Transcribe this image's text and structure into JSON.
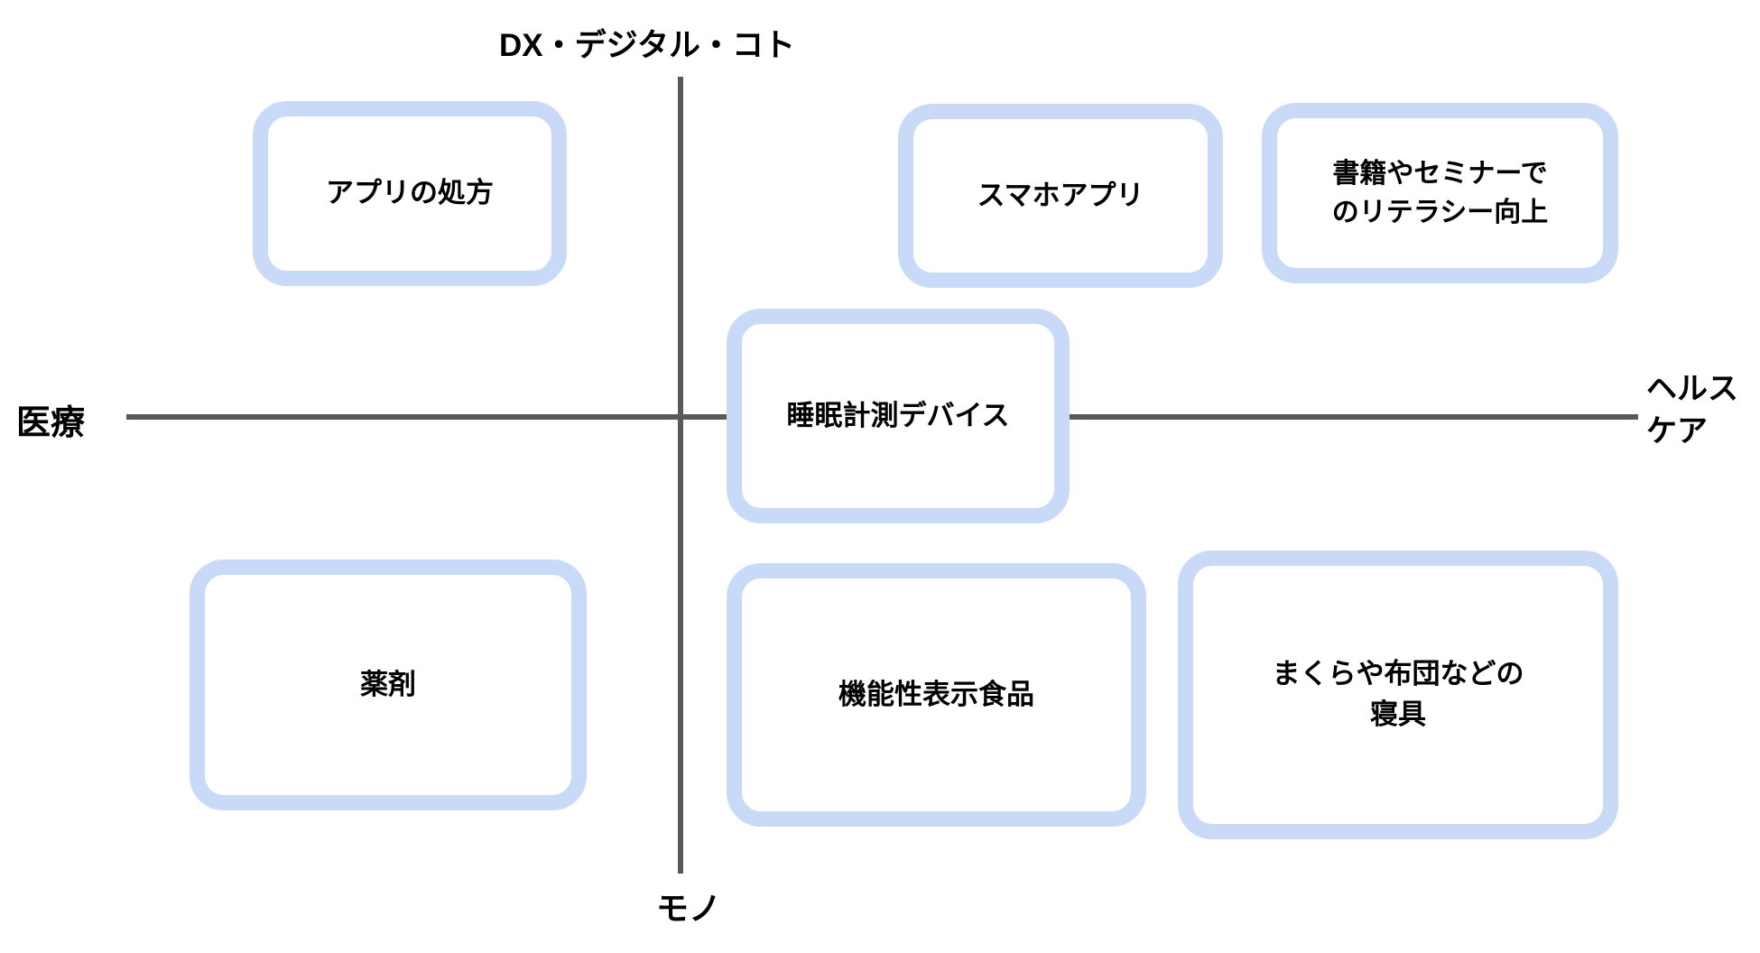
{
  "diagram": {
    "type": "quadrant-matrix",
    "axes": {
      "top_label": "DX・デジタル・コト",
      "bottom_label": "モノ",
      "left_label": "医療",
      "right_label": "ヘルス\nケア"
    },
    "boxes": [
      {
        "id": "app-prescription",
        "label": "アプリの処方",
        "quadrant": "top-left"
      },
      {
        "id": "smartphone-app",
        "label": "スマホアプリ",
        "quadrant": "top-right"
      },
      {
        "id": "books-seminars-literacy",
        "label": "書籍やセミナーで\nのリテラシー向上",
        "quadrant": "top-right"
      },
      {
        "id": "sleep-measurement-device",
        "label": "睡眠計測デバイス",
        "quadrant": "center"
      },
      {
        "id": "drugs",
        "label": "薬剤",
        "quadrant": "bottom-left"
      },
      {
        "id": "functional-foods",
        "label": "機能性表示食品",
        "quadrant": "bottom-right"
      },
      {
        "id": "bedding",
        "label": "まくらや布団などの\n寝具",
        "quadrant": "bottom-right"
      }
    ],
    "colors": {
      "box_border": "#c9daf8",
      "box_fill": "#ffffff",
      "axis_line": "#595959",
      "text": "#000000",
      "background": "#ffffff"
    }
  }
}
